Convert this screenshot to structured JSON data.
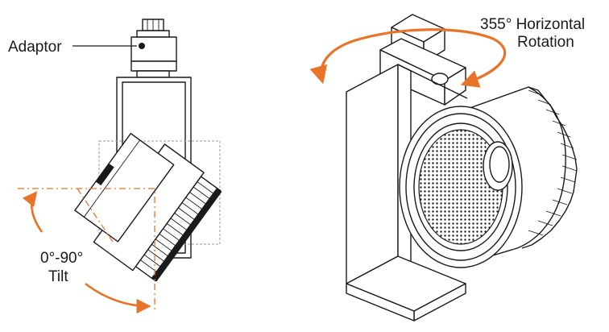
{
  "labels": {
    "adaptor": "Adaptor",
    "tilt_range": "0°-90°",
    "tilt": "Tilt",
    "rotation_angle": "355° Horizontal",
    "rotation": "Rotation"
  },
  "colors": {
    "accent": "#e8742a",
    "line": "#1a1a1a"
  }
}
